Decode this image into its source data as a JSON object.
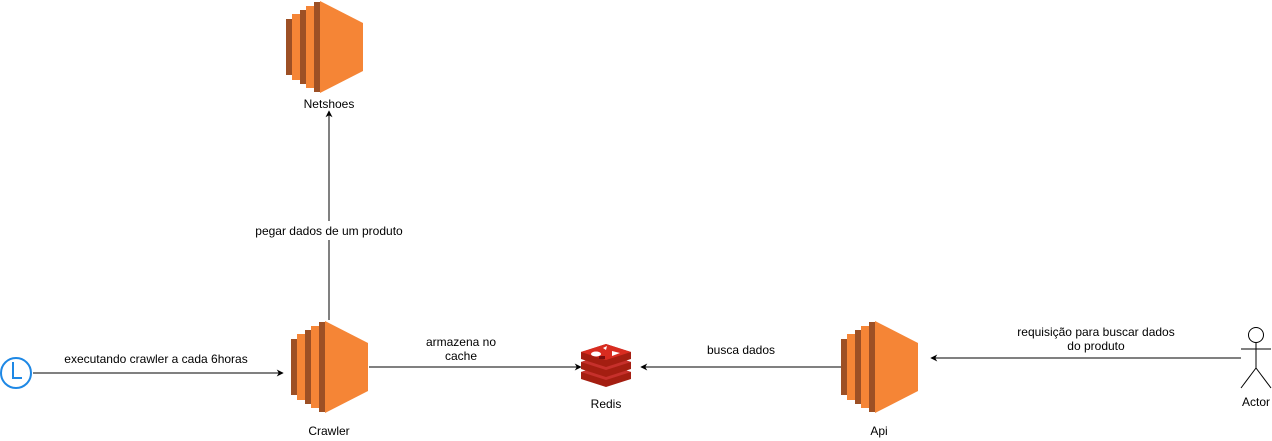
{
  "nodes": {
    "netshoes": {
      "label": "Netshoes",
      "icon": "ec2-instance-icon"
    },
    "crawler": {
      "label": "Crawler",
      "icon": "ec2-instance-icon"
    },
    "redis": {
      "label": "Redis",
      "icon": "redis-icon"
    },
    "api": {
      "label": "Api",
      "icon": "ec2-instance-icon"
    },
    "actor": {
      "label": "Actor",
      "icon": "stick-figure-icon"
    },
    "timer": {
      "label": "",
      "icon": "clock-icon"
    }
  },
  "edges": {
    "timer_to_crawler": {
      "label": "executando crawler a cada 6horas"
    },
    "crawler_to_netshoes": {
      "label": "pegar dados de um produto"
    },
    "crawler_to_redis": {
      "line1": "armazena no",
      "line2": "cache"
    },
    "api_to_redis": {
      "label": "busca dados"
    },
    "actor_to_api": {
      "line1": "requisição para buscar dados",
      "line2": "do produto"
    }
  },
  "colors": {
    "ec2_orange": "#f58536",
    "ec2_dark": "#9d5025",
    "ec2_mid": "#d86613",
    "redis_red": "#c6302b",
    "redis_dark": "#a41e11",
    "clock_blue": "#1e88e5",
    "line": "#000000"
  }
}
